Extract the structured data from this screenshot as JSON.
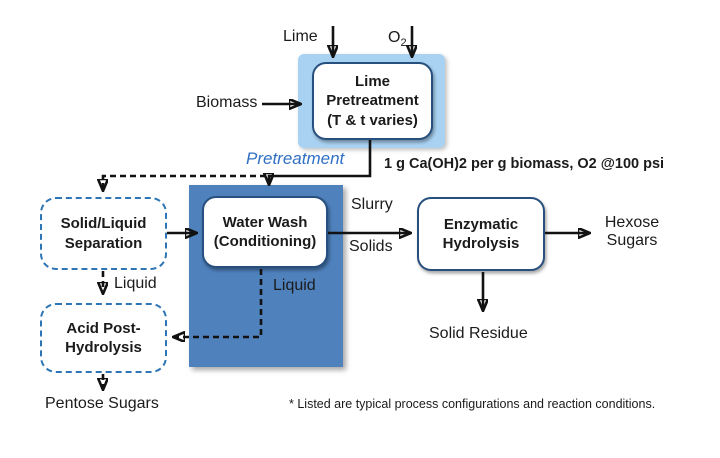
{
  "colors": {
    "panel_light_blue": "#A9D2F2",
    "panel_dark_blue": "#4F81BD",
    "node_border_blue": "#27507E",
    "dashed_border_blue": "#2E75B5",
    "stage_label_blue": "#2F6FC4"
  },
  "inputs": {
    "lime": "Lime",
    "o2_base": "O",
    "o2_sub": "2",
    "biomass": "Biomass"
  },
  "nodes": {
    "lime_pretreatment": "Lime\nPretreatment\n(T & t varies)",
    "solid_liquid_separation": "Solid/Liquid\nSeparation",
    "water_wash": "Water Wash\n(Conditioning)",
    "enzymatic_hydrolysis": "Enzymatic\nHydrolysis",
    "acid_post_hydrolysis": "Acid Post-\nHydrolysis"
  },
  "streams": {
    "pretreatment_stage": "Pretreatment",
    "conditions": "1 g Ca(OH)2 per g biomass, O2 @100 psi",
    "slurry": "Slurry",
    "solids": "Solids",
    "liquid_separation": "Liquid",
    "liquid_wash": "Liquid",
    "hexose_sugars": "Hexose\nSugars",
    "solid_residue": "Solid Residue",
    "pentose_sugars": "Pentose Sugars"
  },
  "footnote": "* Listed are typical process configurations and reaction conditions."
}
